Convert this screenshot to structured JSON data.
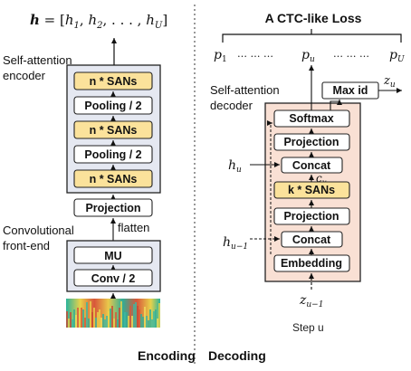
{
  "encoder": {
    "h_vector_label": "h = [h1, h2, ..., hU]",
    "h_vector": {
      "lhs": "h",
      "eq": " = [",
      "h1": "h",
      "h1_sub": "1",
      "h2": "h",
      "h2_sub": "2",
      "dots": ", . . . , ",
      "hU": "h",
      "hU_sub": "U",
      "close": "]"
    },
    "self_attention_label_line1": "Self-attention",
    "self_attention_label_line2": "encoder",
    "frontend_label_line1": "Convolutional",
    "frontend_label_line2": "front-end",
    "flatten_label": "flatten",
    "blocks": {
      "san3": "n * SANs",
      "pool2": "Pooling / 2",
      "san2": "n * SANs",
      "pool1": "Pooling / 2",
      "san1": "n * SANs",
      "projection": "Projection",
      "mu": "MU",
      "conv": "Conv / 2"
    }
  },
  "decoder": {
    "ctc_title": "A CTC-like Loss",
    "p_labels": {
      "p1": "p",
      "p1_sub": "1",
      "dots1": "… … …",
      "pu": "p",
      "pu_sub": "u",
      "dots2": "… … …",
      "pU": "p",
      "pU_sub": "U"
    },
    "self_attention_label_line1": "Self-attention",
    "self_attention_label_line2": "decoder",
    "blocks": {
      "max_id": "Max id",
      "softmax": "Softmax",
      "projection_top": "Projection",
      "concat_top": "Concat",
      "k_sans": "k * SANs",
      "projection_bottom": "Projection",
      "concat_bottom": "Concat",
      "embedding": "Embedding"
    },
    "z_u": {
      "base": "z",
      "sub": "u"
    },
    "h_u": {
      "base": "h",
      "sub": "u"
    },
    "c_u": {
      "base": "c",
      "sub": "u"
    },
    "h_u_minus_1": {
      "base": "h",
      "sub": "u−1"
    },
    "z_u_minus_1": {
      "base": "z",
      "sub": "u−1"
    },
    "step_label": "Step u"
  },
  "footer": {
    "encoding": "Encoding",
    "decoding": "Decoding"
  },
  "colors": {
    "san_fill": "#fbe29b",
    "white_fill": "#ffffff",
    "encoder_panel": "#e5e8f1",
    "decoder_panel": "#f9e0d4",
    "spectrogram": "spectrogram-image"
  }
}
